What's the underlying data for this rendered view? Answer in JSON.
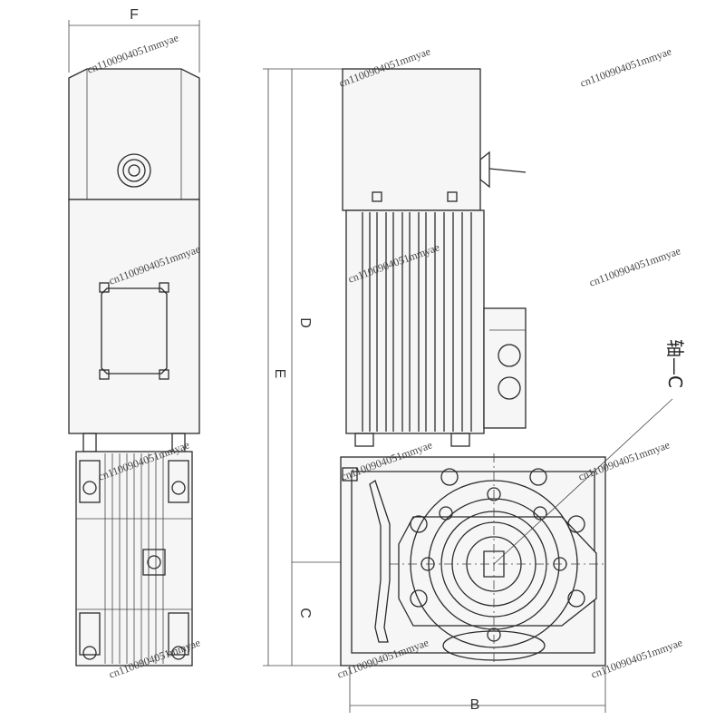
{
  "dimensions": {
    "F": "F",
    "D": "D",
    "E": "E",
    "C": "C",
    "B": "B",
    "shaft_label": "轴—C"
  },
  "watermark": "cn1100904051mmyae",
  "colors": {
    "line": "#2b2b2b",
    "fill": "#f4f4f4",
    "dark": "#1e1e1e"
  }
}
